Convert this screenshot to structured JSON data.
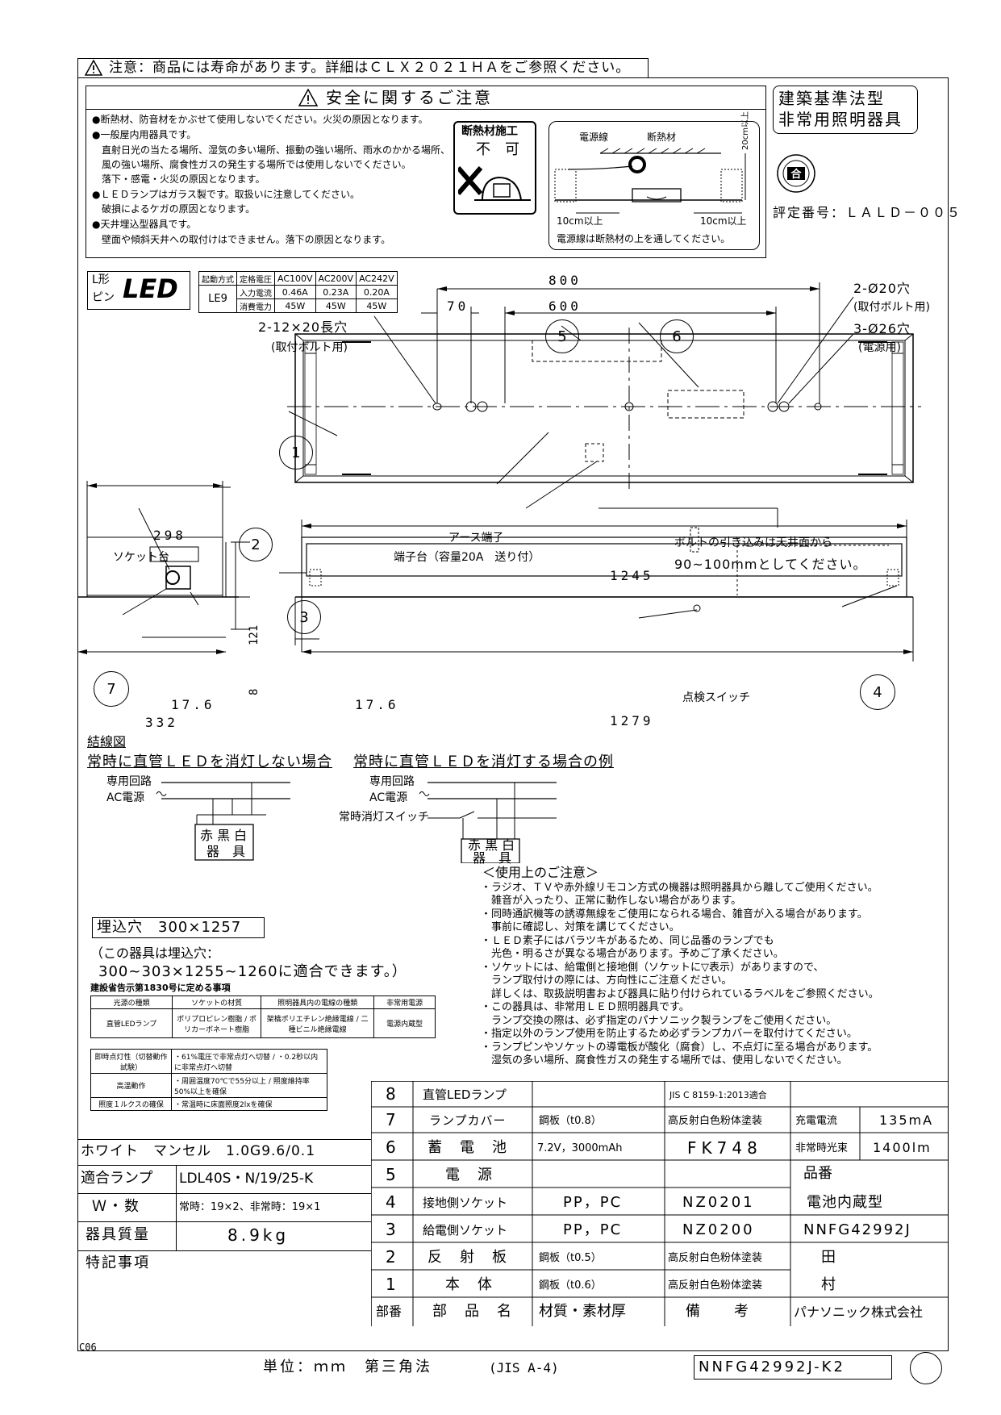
{
  "header_notice": "注意：商品には寿命があります。詳細はＣＬＸ２０２１ＨＡをご参照ください。",
  "safety": {
    "title": "安全に関するご注意",
    "lines": [
      "●断熱材、防音材をかぶせて使用しないでください。火災の原因となります。",
      "●一般屋内用器具です。",
      "　直射日光の当たる場所、湿気の多い場所、振動の強い場所、雨水のかかる場所、",
      "　風の強い場所、腐食性ガスの発生する場所では使用しないでください。",
      "　落下・感電・火災の原因となります。",
      "●ＬＥＤランプはガラス製です。取扱いに注意してください。",
      "　破損によるケガの原因となります。",
      "●天井埋込型器具です。",
      "　壁面や傾斜天井への取付けはできません。落下の原因となります。"
    ],
    "insulation_label_1": "断熱材施工",
    "insulation_label_2": "不　可",
    "diagram_power_line": "電源線",
    "diagram_insulation": "断熱材",
    "diagram_20cm": "20cm以上",
    "diagram_10cm_left": "10cm以上",
    "diagram_10cm_right": "10cm以上",
    "diagram_caption": "電源線は断熱材の上を通してください。"
  },
  "certification": {
    "title_1": "建築基準法型",
    "title_2": "非常用照明器具",
    "seal_text": "合",
    "rating_no": "評定番号：ＬＡＬＤ－００５"
  },
  "spec_table": {
    "lshape_label_1": "L形",
    "lshape_label_2": "ピン",
    "led_logo": "LED",
    "start_label": "起動方式",
    "start_value": "LE9",
    "rows": [
      [
        "定格電圧",
        "AC100V",
        "AC200V",
        "AC242V"
      ],
      [
        "入力電流",
        "0.46A",
        "0.23A",
        "0.20A"
      ],
      [
        "消費電力",
        "45W",
        "45W",
        "45W"
      ]
    ]
  },
  "drawing": {
    "dim_800": "800",
    "dim_600": "600",
    "dim_70": "70",
    "hole_12x20": "2-12×20長穴",
    "hole_12x20_note": "(取付ボルト用)",
    "hole_20": "2-Ø20穴",
    "hole_20_note": "(取付ボルト用)",
    "hole_26": "3-Ø26穴",
    "hole_26_note": "(電源用)",
    "earth_terminal": "アース端子",
    "terminal_block": "端子台（容量20A　送り付）",
    "bolt_note_1": "ボルトの引き込みは天井面から",
    "bolt_note_2": "90~100mmとしてください。",
    "dim_1245": "1245",
    "dim_1279": "1279",
    "dim_298": "298",
    "dim_332": "332",
    "dim_121": "121",
    "dim_8": "8",
    "dim_176_left": "17.6",
    "dim_176_right": "17.6",
    "socket_base": "ソケット台",
    "check_switch": "点検スイッチ",
    "callouts": [
      "1",
      "2",
      "3",
      "4",
      "5",
      "6",
      "7"
    ]
  },
  "wiring": {
    "title": "結線図",
    "case1": "常時に直管ＬＥＤを消灯しない場合",
    "case2": "常時に直管ＬＥＤを消灯する場合の例",
    "dedicated_circuit": "専用回路",
    "ac_power": "AC電源",
    "always_off_switch": "常時消灯スイッチ",
    "colors": "赤 黒 白",
    "fixture": "器　具"
  },
  "usage_notes": {
    "title": "＜使用上のご注意＞",
    "lines": [
      "・ラジオ、ＴＶや赤外線リモコン方式の機器は照明器具から離してご使用ください。",
      "　雑音が入ったり、正常に動作しない場合があります。",
      "・同時通訳機等の誘導無線をご使用になられる場合、雑音が入る場合があります。",
      "　事前に確認し、対策を講じてください。",
      "・ＬＥＤ素子にはバラツキがあるため、同じ品番のランプでも",
      "　光色・明るさが異なる場合があります。予めご了承ください。",
      "・ソケットには、給電側と接地側（ソケットに▽表示）がありますので、",
      "　ランプ取付けの際には、方向性にご注意ください。",
      "　詳しくは、取扱説明書および器具に貼り付けられているラベルをご参照ください。",
      "・この器具は、非常用ＬＥＤ照明器具です。",
      "　ランプ交換の際は、必ず指定のパナソニック製ランプをご使用ください。",
      "・指定以外のランプ使用を防止するため必ずランプカバーを取付けてください。",
      "・ランプピンやソケットの導電板が酸化（腐食）し、不点灯に至る場合があります。",
      "　湿気の多い場所、腐食性ガスの発生する場所では、使用しないでください。"
    ]
  },
  "cutout": {
    "label": "埋込穴　300×1257",
    "note_1": "（この器具は埋込穴：",
    "note_2": "300~303×1255~1260に適合できます。）",
    "notice_title": "建設省告示第1830号に定める事項",
    "table_headers": [
      "光源の種類",
      "ソケットの材質",
      "照明器具内の電線の種類",
      "非常用電源"
    ],
    "table_row": [
      "直管LEDランプ",
      "ポリプロピレン樹脂 / ポリカーボネート樹脂",
      "架橋ポリエチレン絶縁電線 / 二種ビニル絶縁電線",
      "電源内蔵型"
    ],
    "perf_rows": [
      [
        "即時点灯性（切替動作試験）",
        "・61%電圧で非常点灯へ切替 / ・0.2秒以内に非常点灯へ切替"
      ],
      [
        "高温動作",
        "・周囲温度70℃で55分以上 / 照度維持率50%以上を確保"
      ],
      [
        "照度１ルクスの確保",
        "・常温時に床面照度2lxを確保"
      ]
    ]
  },
  "product_info": {
    "color": "ホワイト　マンセル　1.0G9.6/0.1",
    "lamp_label": "適合ランプ",
    "lamp_value": "LDL40S・N/19/25-K",
    "watt_label": "Ｗ・数",
    "watt_value": "常時：19×2、非常時：19×1",
    "weight_label": "器具質量",
    "weight_value": "8.9kg",
    "notes_label": "特記事項"
  },
  "parts": [
    {
      "no": "8",
      "name": "直管LEDランプ",
      "material": "",
      "remark": "JIS C 8159-1:2013適合"
    },
    {
      "no": "7",
      "name": "ランプカバー",
      "material": "鋼板（t0.8）",
      "remark": "高反射白色粉体塗装"
    },
    {
      "no": "6",
      "name": "蓄　電　池",
      "material": "7.2V，3000mAh",
      "remark": "FK748"
    },
    {
      "no": "5",
      "name": "電　源",
      "material": "",
      "remark": ""
    },
    {
      "no": "4",
      "name": "接地側ソケット",
      "material": "PP，PC",
      "remark": "NZ0201"
    },
    {
      "no": "3",
      "name": "給電側ソケット",
      "material": "PP，PC",
      "remark": "NZ0200"
    },
    {
      "no": "2",
      "name": "反　射　板",
      "material": "鋼板（t0.5）",
      "remark": "高反射白色粉体塗装"
    },
    {
      "no": "1",
      "name": "本　体",
      "material": "鋼板（t0.6）",
      "remark": "高反射白色粉体塗装"
    }
  ],
  "parts_header": {
    "no": "部番",
    "name": "部　品　名",
    "material": "材質・素材厚",
    "remark": "備　　考"
  },
  "right_col": {
    "charge_label": "充電電流",
    "charge_value": "135mA",
    "flux_label": "非常時光束",
    "flux_value": "1400lm",
    "part_no_label": "品番",
    "type": "電池内蔵型",
    "model": "NNFG42992J",
    "name_1": "田",
    "name_2": "村",
    "company": "パナソニック株式会社"
  },
  "footer": {
    "code": "C06",
    "units": "単位：ｍｍ　第三角法",
    "jis": "(JIS A-4)",
    "drawing_no": "NNFG42992J-K2"
  }
}
